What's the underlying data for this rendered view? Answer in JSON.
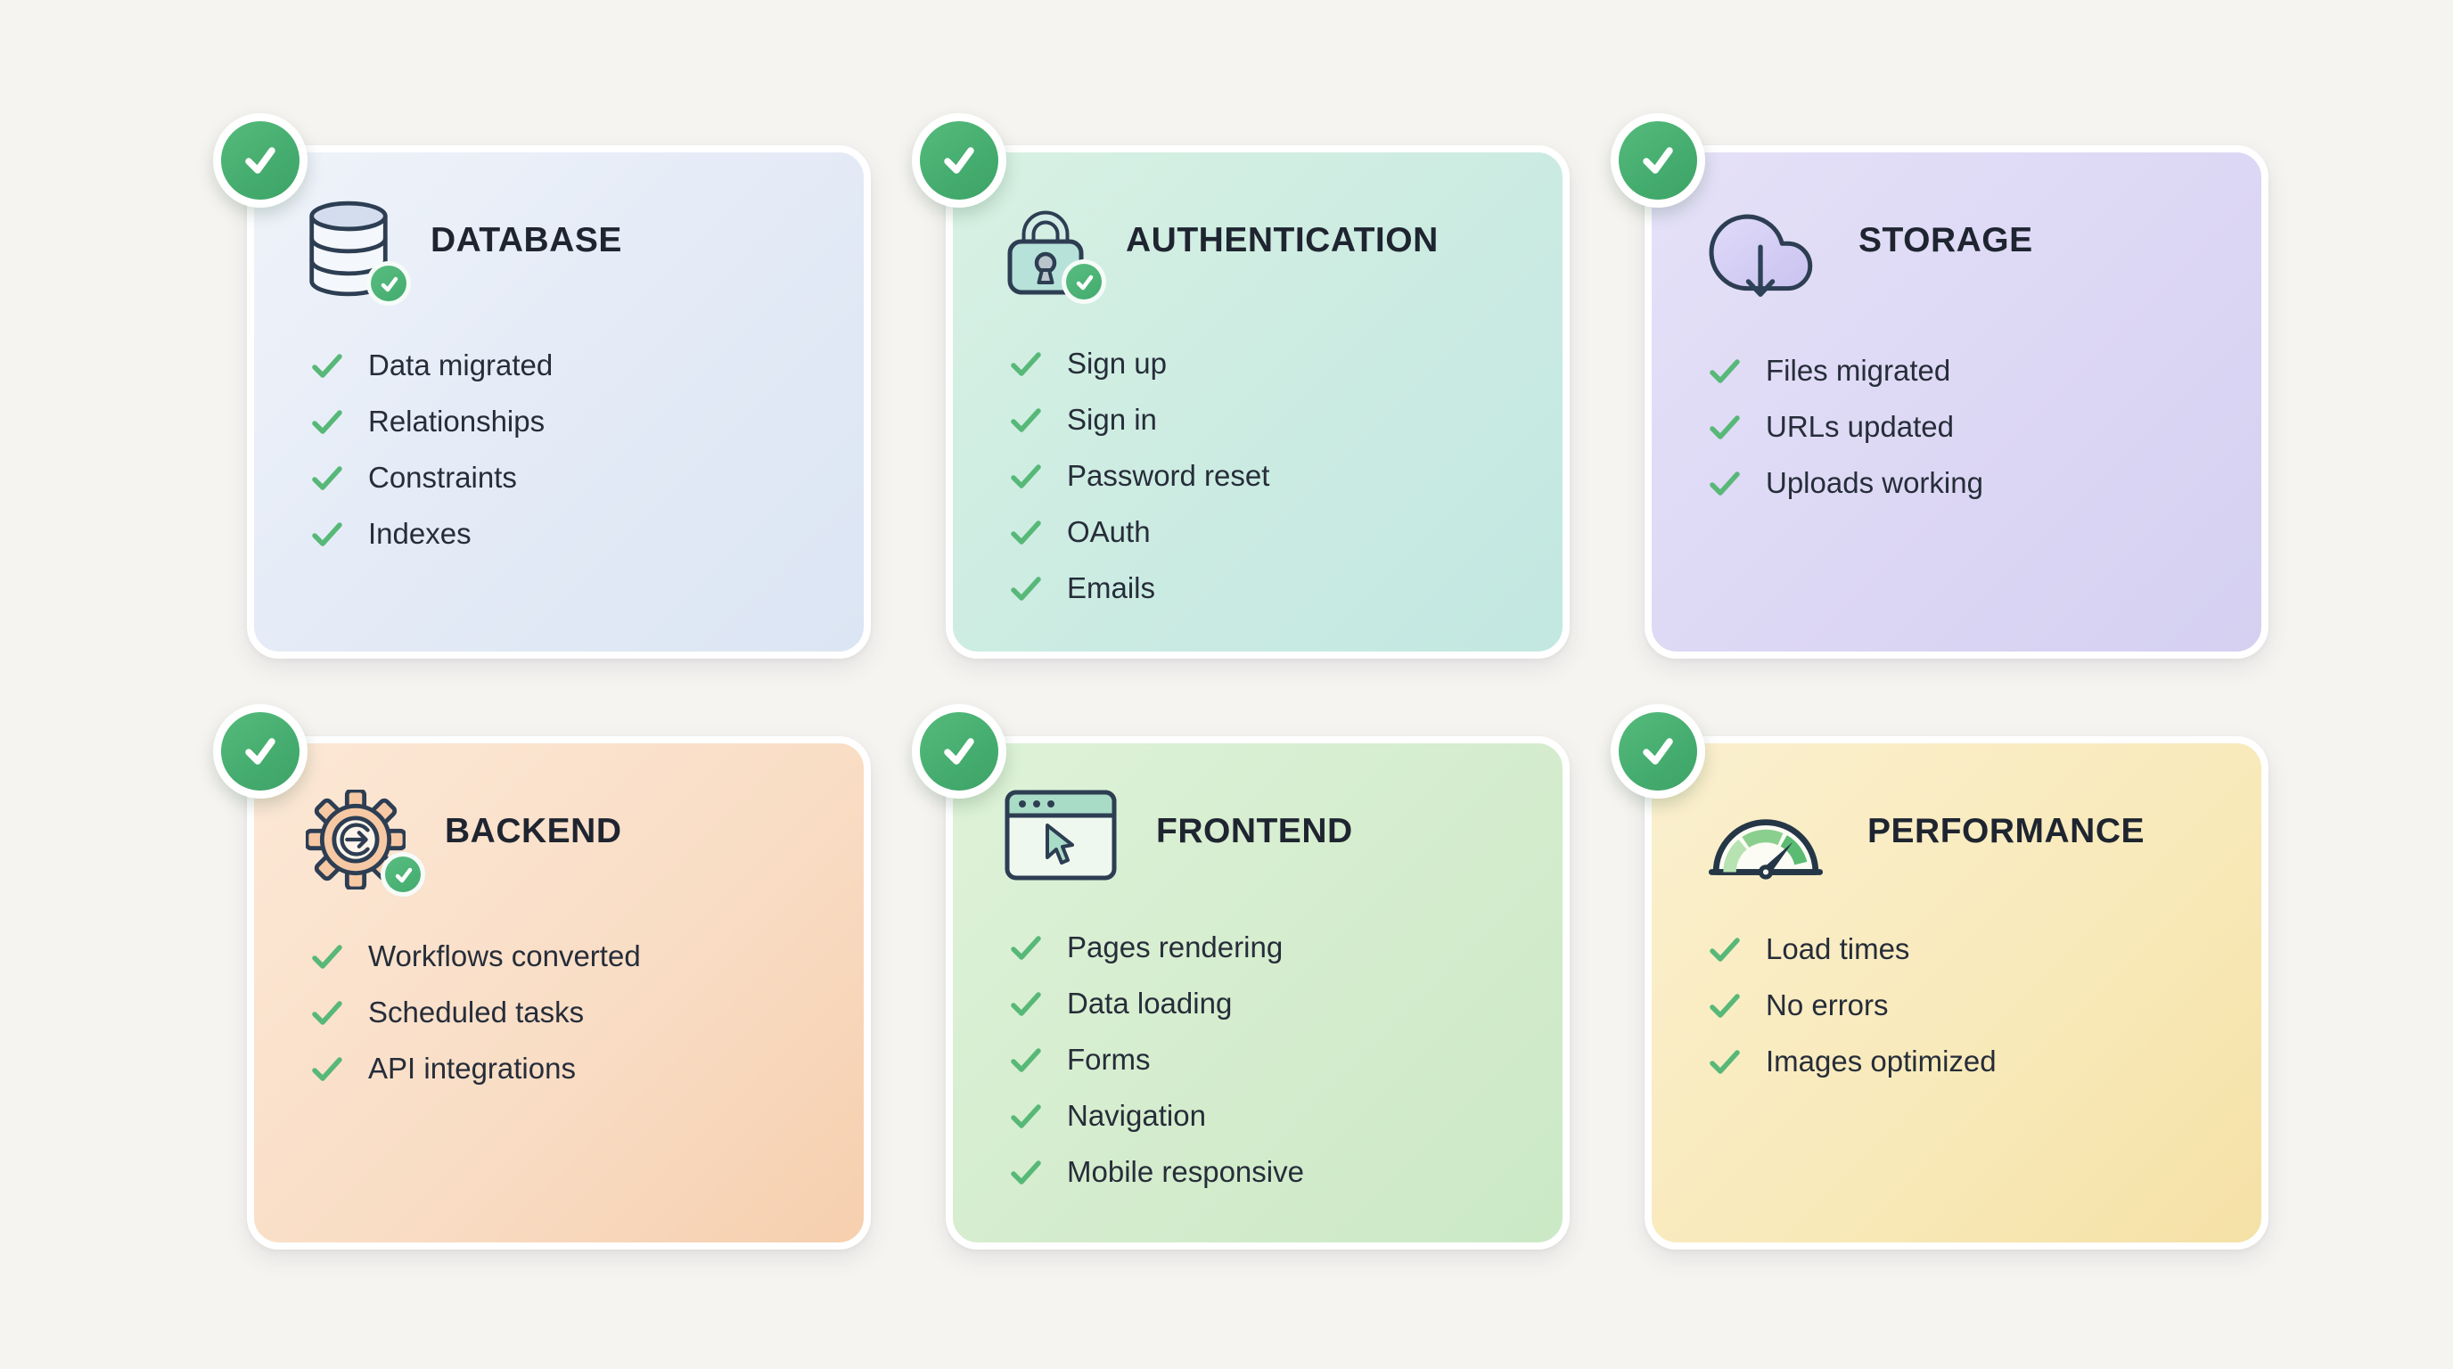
{
  "page": {
    "background_color": "#f6f4f1",
    "accent_green": "#4db173",
    "list_check_green": "#57b878",
    "title_color": "#1f2530"
  },
  "badge": {
    "icon": "check-circle-icon",
    "color": "#4db173"
  },
  "cards": [
    {
      "id": "database",
      "title": "DATABASE",
      "icon": "database-icon",
      "tint": "#e3eaf6",
      "items": [
        "Data migrated",
        "Relationships",
        "Constraints",
        "Indexes"
      ]
    },
    {
      "id": "authentication",
      "title": "AUTHENTICATION",
      "icon": "lock-icon",
      "tint": "#cbebe2",
      "items": [
        "Sign up",
        "Sign in",
        "Password reset",
        "OAuth",
        "Emails"
      ]
    },
    {
      "id": "storage",
      "title": "STORAGE",
      "icon": "cloud-download-icon",
      "tint": "#dcd7f4",
      "items": [
        "Files migrated",
        "URLs updated",
        "Uploads working"
      ]
    },
    {
      "id": "backend",
      "title": "BACKEND",
      "icon": "gear-icon",
      "tint": "#f9ddc5",
      "items": [
        "Workflows converted",
        "Scheduled tasks",
        "API integrations"
      ]
    },
    {
      "id": "frontend",
      "title": "FRONTEND",
      "icon": "browser-icon",
      "tint": "#d4eccd",
      "items": [
        "Pages rendering",
        "Data loading",
        "Forms",
        "Navigation",
        "Mobile responsive"
      ]
    },
    {
      "id": "performance",
      "title": "PERFORMANCE",
      "icon": "gauge-icon",
      "tint": "#f8e9b8",
      "items": [
        "Load times",
        "No errors",
        "Images optimized"
      ]
    }
  ]
}
